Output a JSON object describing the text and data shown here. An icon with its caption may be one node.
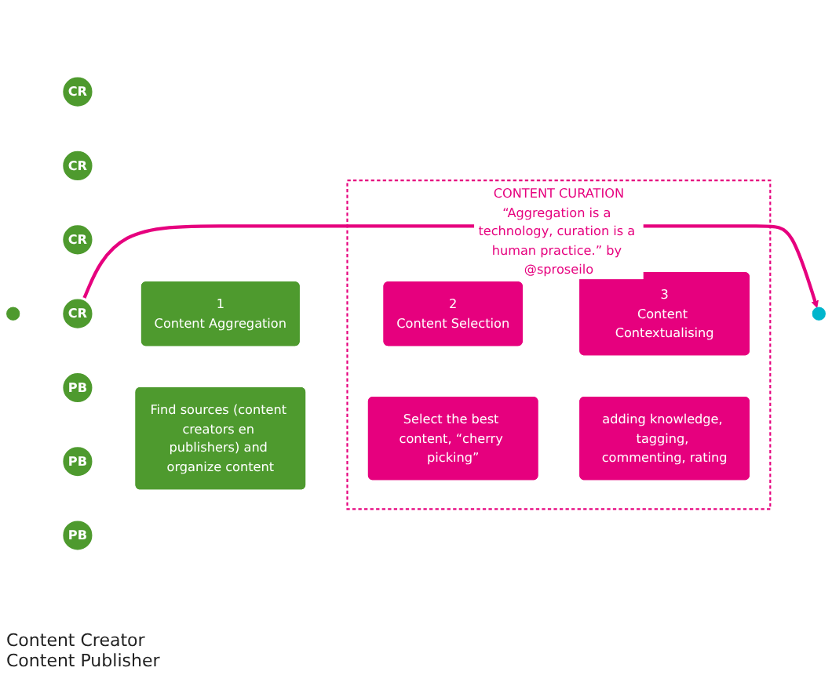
{
  "diagram": {
    "nodes": [
      {
        "text": [],
        "shape": "circle"
      },
      {
        "text": [
          "CR"
        ]
      },
      {
        "text": [
          "CR"
        ]
      },
      {
        "text": [
          "CR"
        ]
      },
      {
        "text": [
          "CR"
        ]
      },
      {
        "text": [
          "PB"
        ]
      },
      {
        "text": [
          "PB"
        ]
      },
      {
        "text": [
          "PB"
        ]
      },
      {
        "text": [
          "1",
          "Content Aggregation"
        ]
      },
      {
        "text": [
          "Find sources (content creators en publishers) and organize content"
        ]
      },
      {
        "text": [
          "CONTENT CURATION",
          "“Aggregation is a technology, curation is a human practice.” by @sproseilo"
        ]
      },
      {
        "text": [
          "2",
          "Content Selection"
        ],
        "in": 10
      },
      {
        "text": [
          "Select the best content, “cherry picking”"
        ],
        "in": 10
      },
      {
        "text": [
          "3",
          "Content Contextualising"
        ],
        "in": 10
      },
      {
        "text": [
          "adding knowledge, tagging, commenting, rating"
        ],
        "in": 10
      },
      {
        "text": [],
        "shape": "circle"
      }
    ],
    "edges": [
      {
        "from": 4,
        "to": 15,
        "arrow": "to"
      }
    ],
    "labels": [
      "Content Creator",
      "Content Publisher"
    ]
  }
}
